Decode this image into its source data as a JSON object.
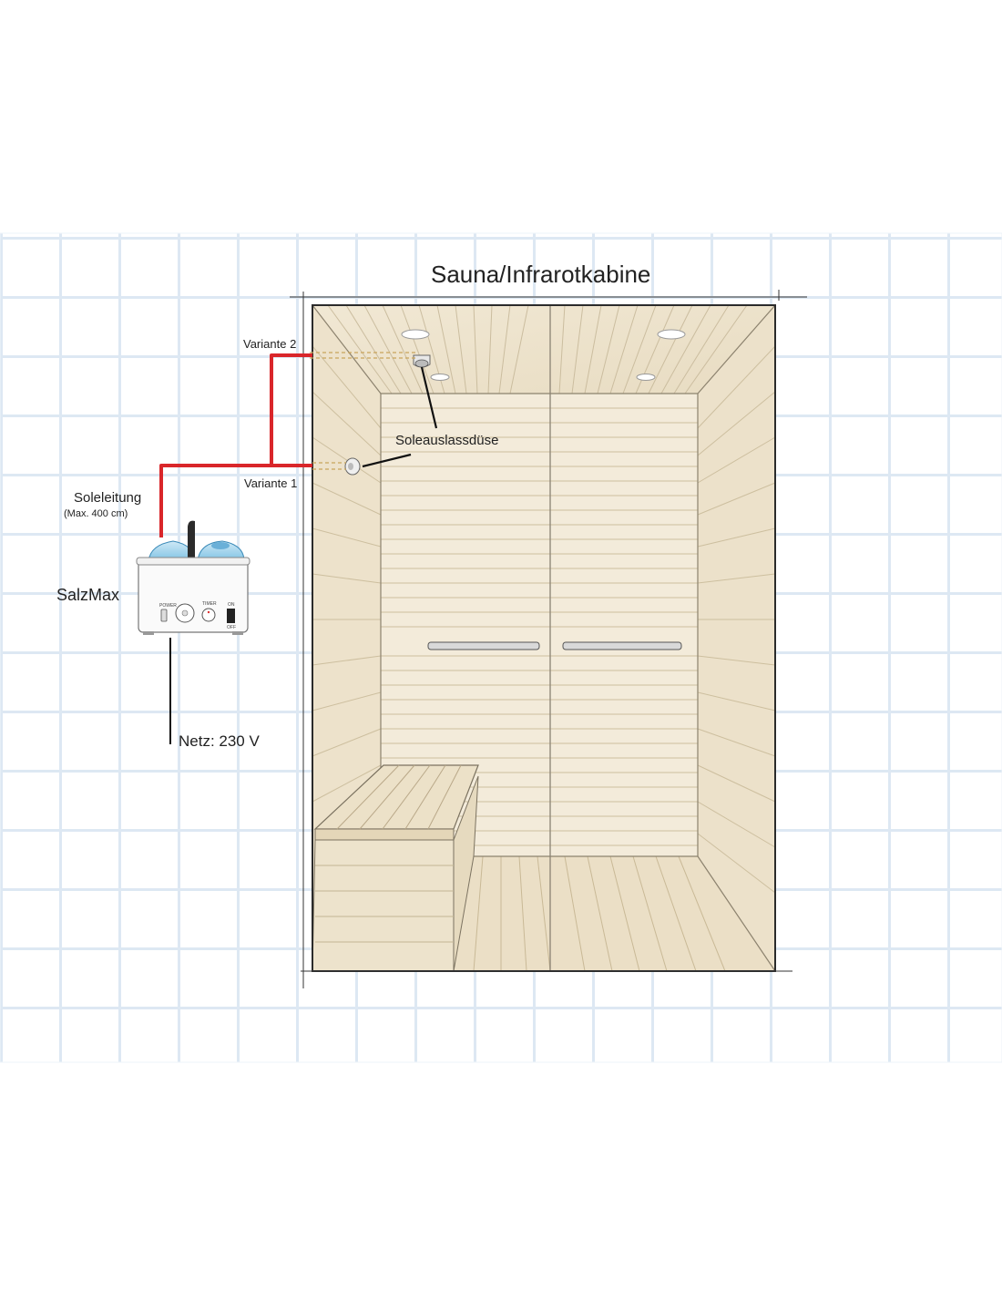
{
  "diagram": {
    "title": "Sauna/Infrarotkabine",
    "labels": {
      "variante_2": "Variante 2",
      "variante_1": "Variante 1",
      "nozzle": "Soleauslassdüse",
      "brine_line": "Soleleitung",
      "brine_line_note": "(Max. 400 cm)",
      "device": "SalzMax",
      "power_supply": "Netz: 230 V"
    },
    "device_panel": {
      "power": "POWER",
      "timer": "TIMER",
      "on": "ON",
      "off": "OFF"
    },
    "colors": {
      "brine_line": "#d9262a",
      "tile_grid": "#dbe7f2",
      "wood": "#efe5d1",
      "outline": "#2a2a2a"
    }
  }
}
